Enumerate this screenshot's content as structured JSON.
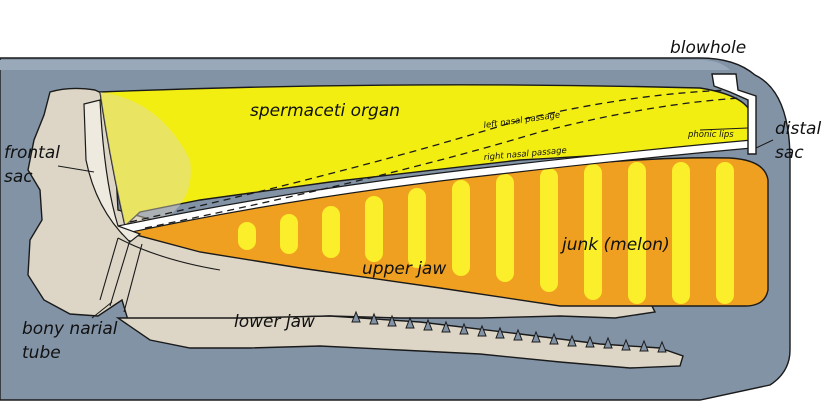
{
  "diagram": {
    "labels": {
      "blowhole": "blowhole",
      "spermaceti_organ": "spermaceti organ",
      "left_nasal_passage": "left nasal passage",
      "phonic_lips": "phonic lips",
      "distal_sac_line1": "distal",
      "distal_sac_line2": "sac",
      "frontal_sac_line1": "frontal",
      "frontal_sac_line2": "sac",
      "right_nasal_passage": "right nasal passage",
      "junk": "junk (melon)",
      "upper_jaw": "upper jaw",
      "lower_jaw": "lower jaw",
      "bony_narial_line1": "bony narial",
      "bony_narial_line2": "tube"
    },
    "colors": {
      "body": "#8293a6",
      "bone": "#ddd6c6",
      "spermaceti": "#f2ee12",
      "junk": "#f0a020",
      "junk_stripe": "#fbee2a",
      "passage": "#ffffff",
      "outline": "#1a1a1a"
    }
  }
}
